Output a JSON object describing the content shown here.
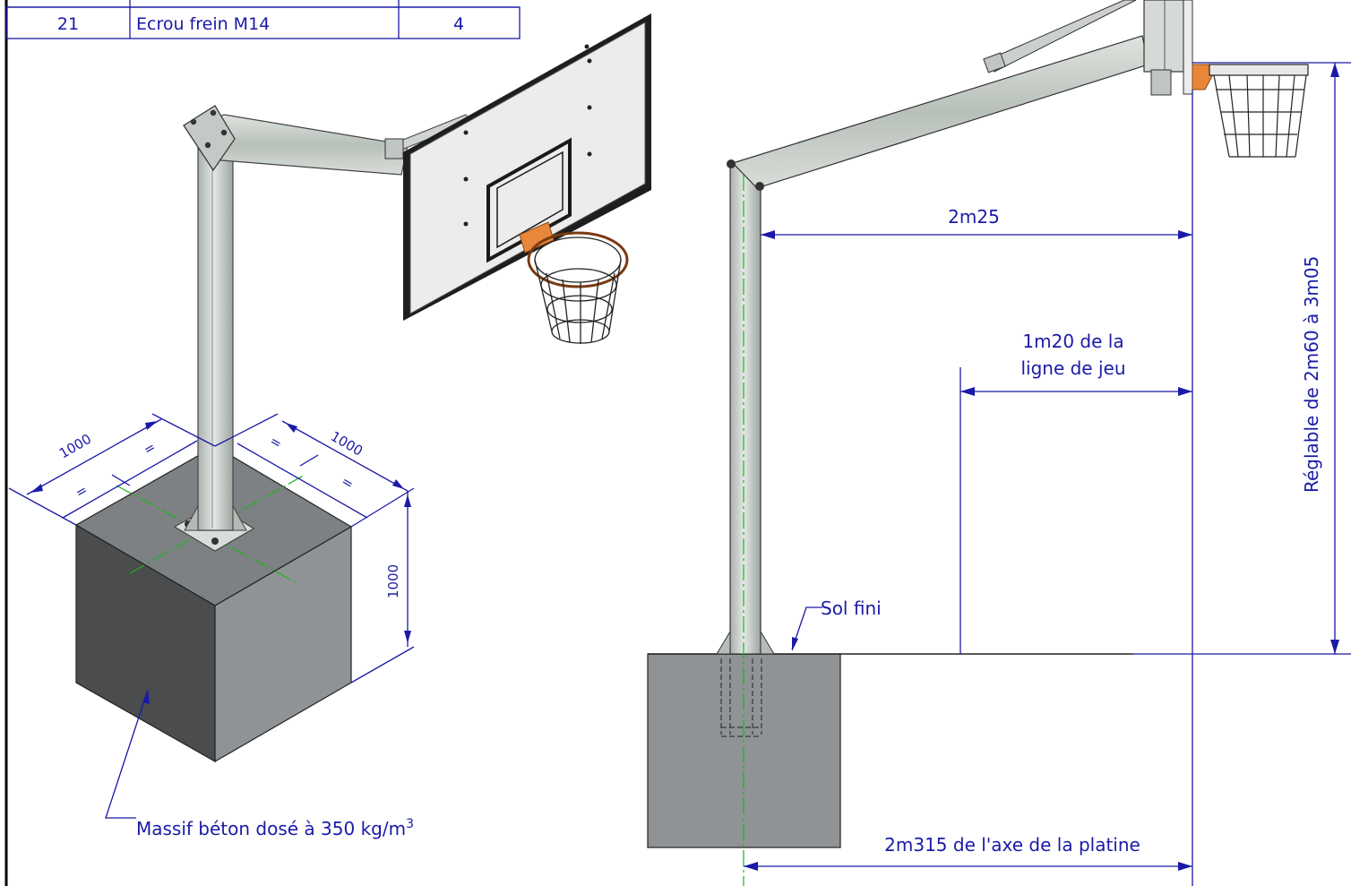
{
  "parts_table": {
    "row": {
      "number": "21",
      "designation": "Ecrou frein M14",
      "quantity": "4"
    }
  },
  "iso_view": {
    "dim_width_left": "1000",
    "dim_width_right": "1000",
    "dim_height": "1000",
    "equal_mark": "=",
    "concrete_note": "Massif béton dosé à 350 kg/m",
    "concrete_note_sup": "3"
  },
  "side_view": {
    "reach_dim": "2m25",
    "play_line_line1": "1m20 de la",
    "play_line_line2": "ligne de jeu",
    "height_dim": "Réglable de 2m60 à 3m05",
    "floor_label": "Sol fini",
    "axis_dim": "2m315 de l'axe de la platine"
  },
  "colors": {
    "dimension": "#1a1aa8",
    "concrete_dark": "#4a4c4d",
    "concrete_light": "#8f9395",
    "steel": "#c7cdc9",
    "board": "#ececec",
    "rim": "#e8863a",
    "axis": "#1cb51c"
  }
}
